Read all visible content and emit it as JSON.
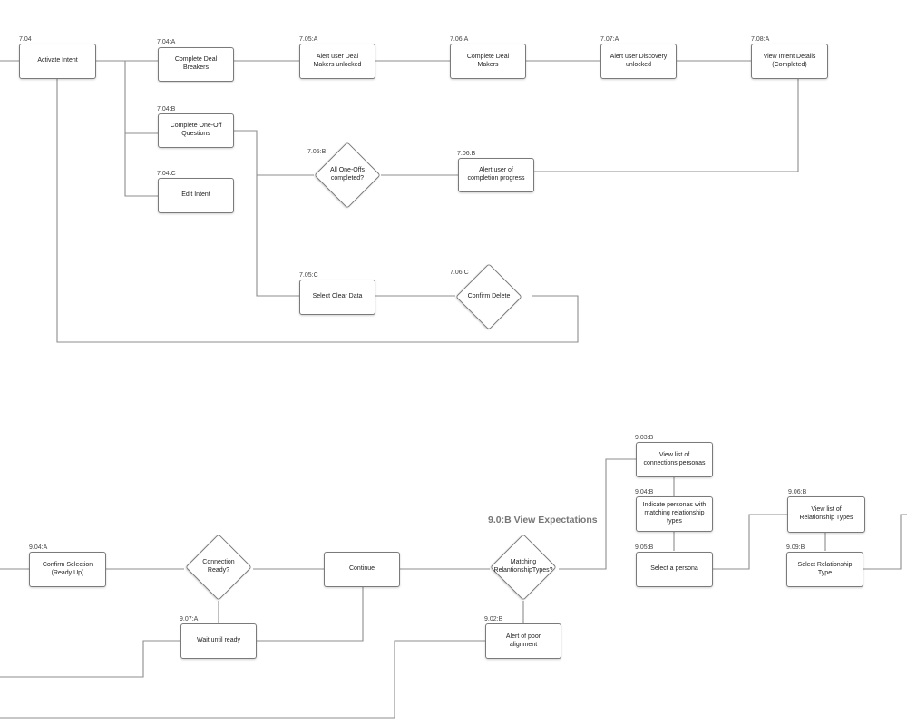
{
  "sections": {
    "view_expectations": "9.0:B View Expectations"
  },
  "nodes": {
    "n704": {
      "code": "7.04",
      "label": "Activate Intent"
    },
    "n704a": {
      "code": "7.04:A",
      "label": "Complete Deal Breakers"
    },
    "n705a": {
      "code": "7.05:A",
      "label": "Alert user Deal Makers unlocked"
    },
    "n706a": {
      "code": "7.06:A",
      "label": "Complete Deal Makers"
    },
    "n707a": {
      "code": "7.07:A",
      "label": "Alert user Discovery unlocked"
    },
    "n708a": {
      "code": "7.08:A",
      "label": "View Intent Details (Completed)"
    },
    "n704b": {
      "code": "7.04:B",
      "label": "Complete One-Off Questions"
    },
    "n705b": {
      "code": "7.05:B",
      "label": "All One-Offs completed?"
    },
    "n706b": {
      "code": "7.06:B",
      "label": "Alert user of completion progress"
    },
    "n704c": {
      "code": "7.04:C",
      "label": "Edit Intent"
    },
    "n705c": {
      "code": "7.05:C",
      "label": "Select Clear Data"
    },
    "n706c": {
      "code": "7.06:C",
      "label": "Confirm Delete"
    },
    "n904a": {
      "code": "9.04:A",
      "label": "Confirm Selection (Ready Up)"
    },
    "nconn": {
      "code": "",
      "label": "Connection Ready?"
    },
    "ncont": {
      "code": "",
      "label": "Continue"
    },
    "n907a": {
      "code": "9.07:A",
      "label": "Wait until ready"
    },
    "nmatch": {
      "code": "",
      "label": "Matching RelantionshipTypes?"
    },
    "n902b": {
      "code": "9.02:B",
      "label": "Alert of poor alignment"
    },
    "n903b": {
      "code": "9.03:B",
      "label": "View list of connections personas"
    },
    "n904b": {
      "code": "9.04:B",
      "label": "Indicate personas with matching relationship types"
    },
    "n905b": {
      "code": "9.05:B",
      "label": "Select a persona"
    },
    "n906b": {
      "code": "9.06:B",
      "label": "View list of Relationship Types"
    },
    "n909b": {
      "code": "9.09:B",
      "label": "Select Relationship Type"
    }
  }
}
